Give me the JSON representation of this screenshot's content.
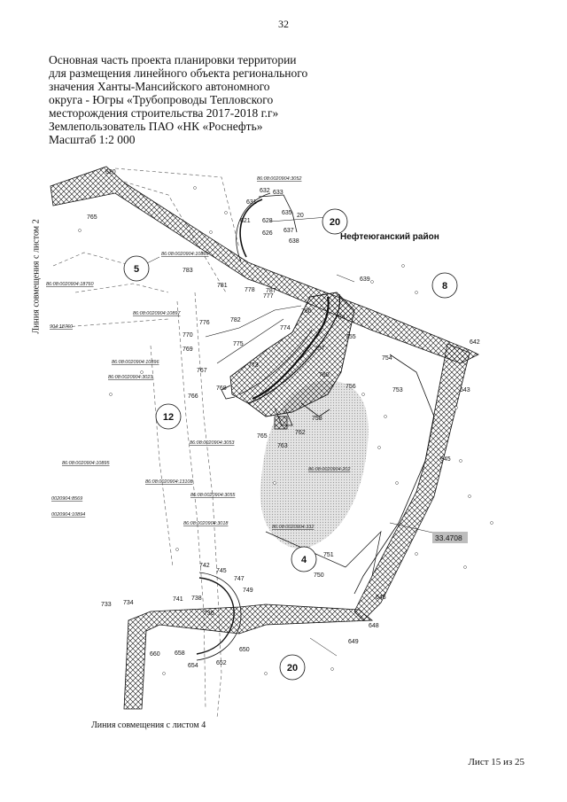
{
  "page_number": "32",
  "header": {
    "lines": [
      "Основная часть проекта планировки территории",
      "для размещения линейного объекта регионального",
      "значения Ханты-Мансийского автономного",
      "округа - Югры «Трубопроводы Тепловского",
      "месторождения строительства 2017-2018 г.г»",
      "Землепользователь ПАО «НК «Роснефть»",
      "Масштаб 1:2 000"
    ]
  },
  "side_label": "Линия совмещения с листом 2",
  "bottom_label": "Линия совмещения с листом 4",
  "sheet_label": "Лист 15 из 25",
  "map": {
    "region_label": "Нефтеюганский район",
    "measure_value": "33.4708",
    "zone_numbers": [
      "20",
      "5",
      "8",
      "12",
      "4",
      "20"
    ],
    "point_labels": [
      "620",
      "632",
      "633",
      "631",
      "635",
      "621",
      "628",
      "20",
      "637",
      "626",
      "638",
      "765",
      "783",
      "639",
      "781",
      "778",
      "777",
      "776",
      "774",
      "770",
      "769",
      "775",
      "755",
      "754",
      "642",
      "767",
      "773",
      "766",
      "756",
      "753",
      "643",
      "758",
      "765",
      "763",
      "762",
      "645",
      "751",
      "750",
      "742",
      "745",
      "747",
      "646",
      "738",
      "741",
      "749",
      "733",
      "734",
      "736",
      "648",
      "649",
      "658",
      "650",
      "660",
      "654",
      "652",
      "787",
      "757",
      "780",
      "768",
      "760",
      "784",
      "782"
    ],
    "cadastral_labels": [
      "86:08:0020904:3052",
      "86:08:0020904:10899",
      "86:08:0020904:18760",
      "86:08:0020904:10897",
      "904:18760",
      "86:08:0020904:10896",
      "86:08:0020904:3023",
      "86:08:0020904:3053",
      "86:08:0020904:10895",
      "86:08:0020904:13108",
      "86:08:0020904:3055",
      "0020904:8569",
      "0020904:10894",
      "86:08:0020904:3018",
      "86:08:0020904:332",
      "86:08:0020904:202"
    ]
  }
}
